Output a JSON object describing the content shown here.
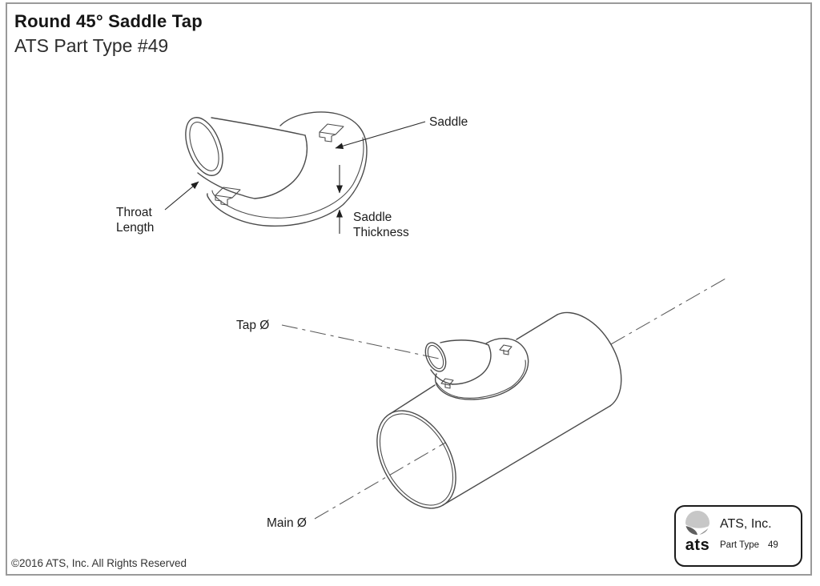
{
  "page": {
    "title": "Round 45° Saddle Tap",
    "subtitle": "ATS Part Type #49",
    "footer": "©2016 ATS, Inc. All Rights Reserved"
  },
  "diagram_top": {
    "labels": {
      "saddle": "Saddle",
      "throat_line1": "Throat",
      "throat_line2": "Length",
      "thickness_line1": "Saddle",
      "thickness_line2": "Thickness"
    }
  },
  "diagram_bottom": {
    "labels": {
      "tap_diameter": "Tap Ø",
      "main_diameter": "Main Ø"
    }
  },
  "logo_box": {
    "logo_text": "ats",
    "company": "ATS, Inc.",
    "part_type_label": "Part Type",
    "part_type_value": "49"
  },
  "colors": {
    "line": "#4b4b4b",
    "text": "#1c1c1c",
    "page_border": "#9a9a9a"
  }
}
